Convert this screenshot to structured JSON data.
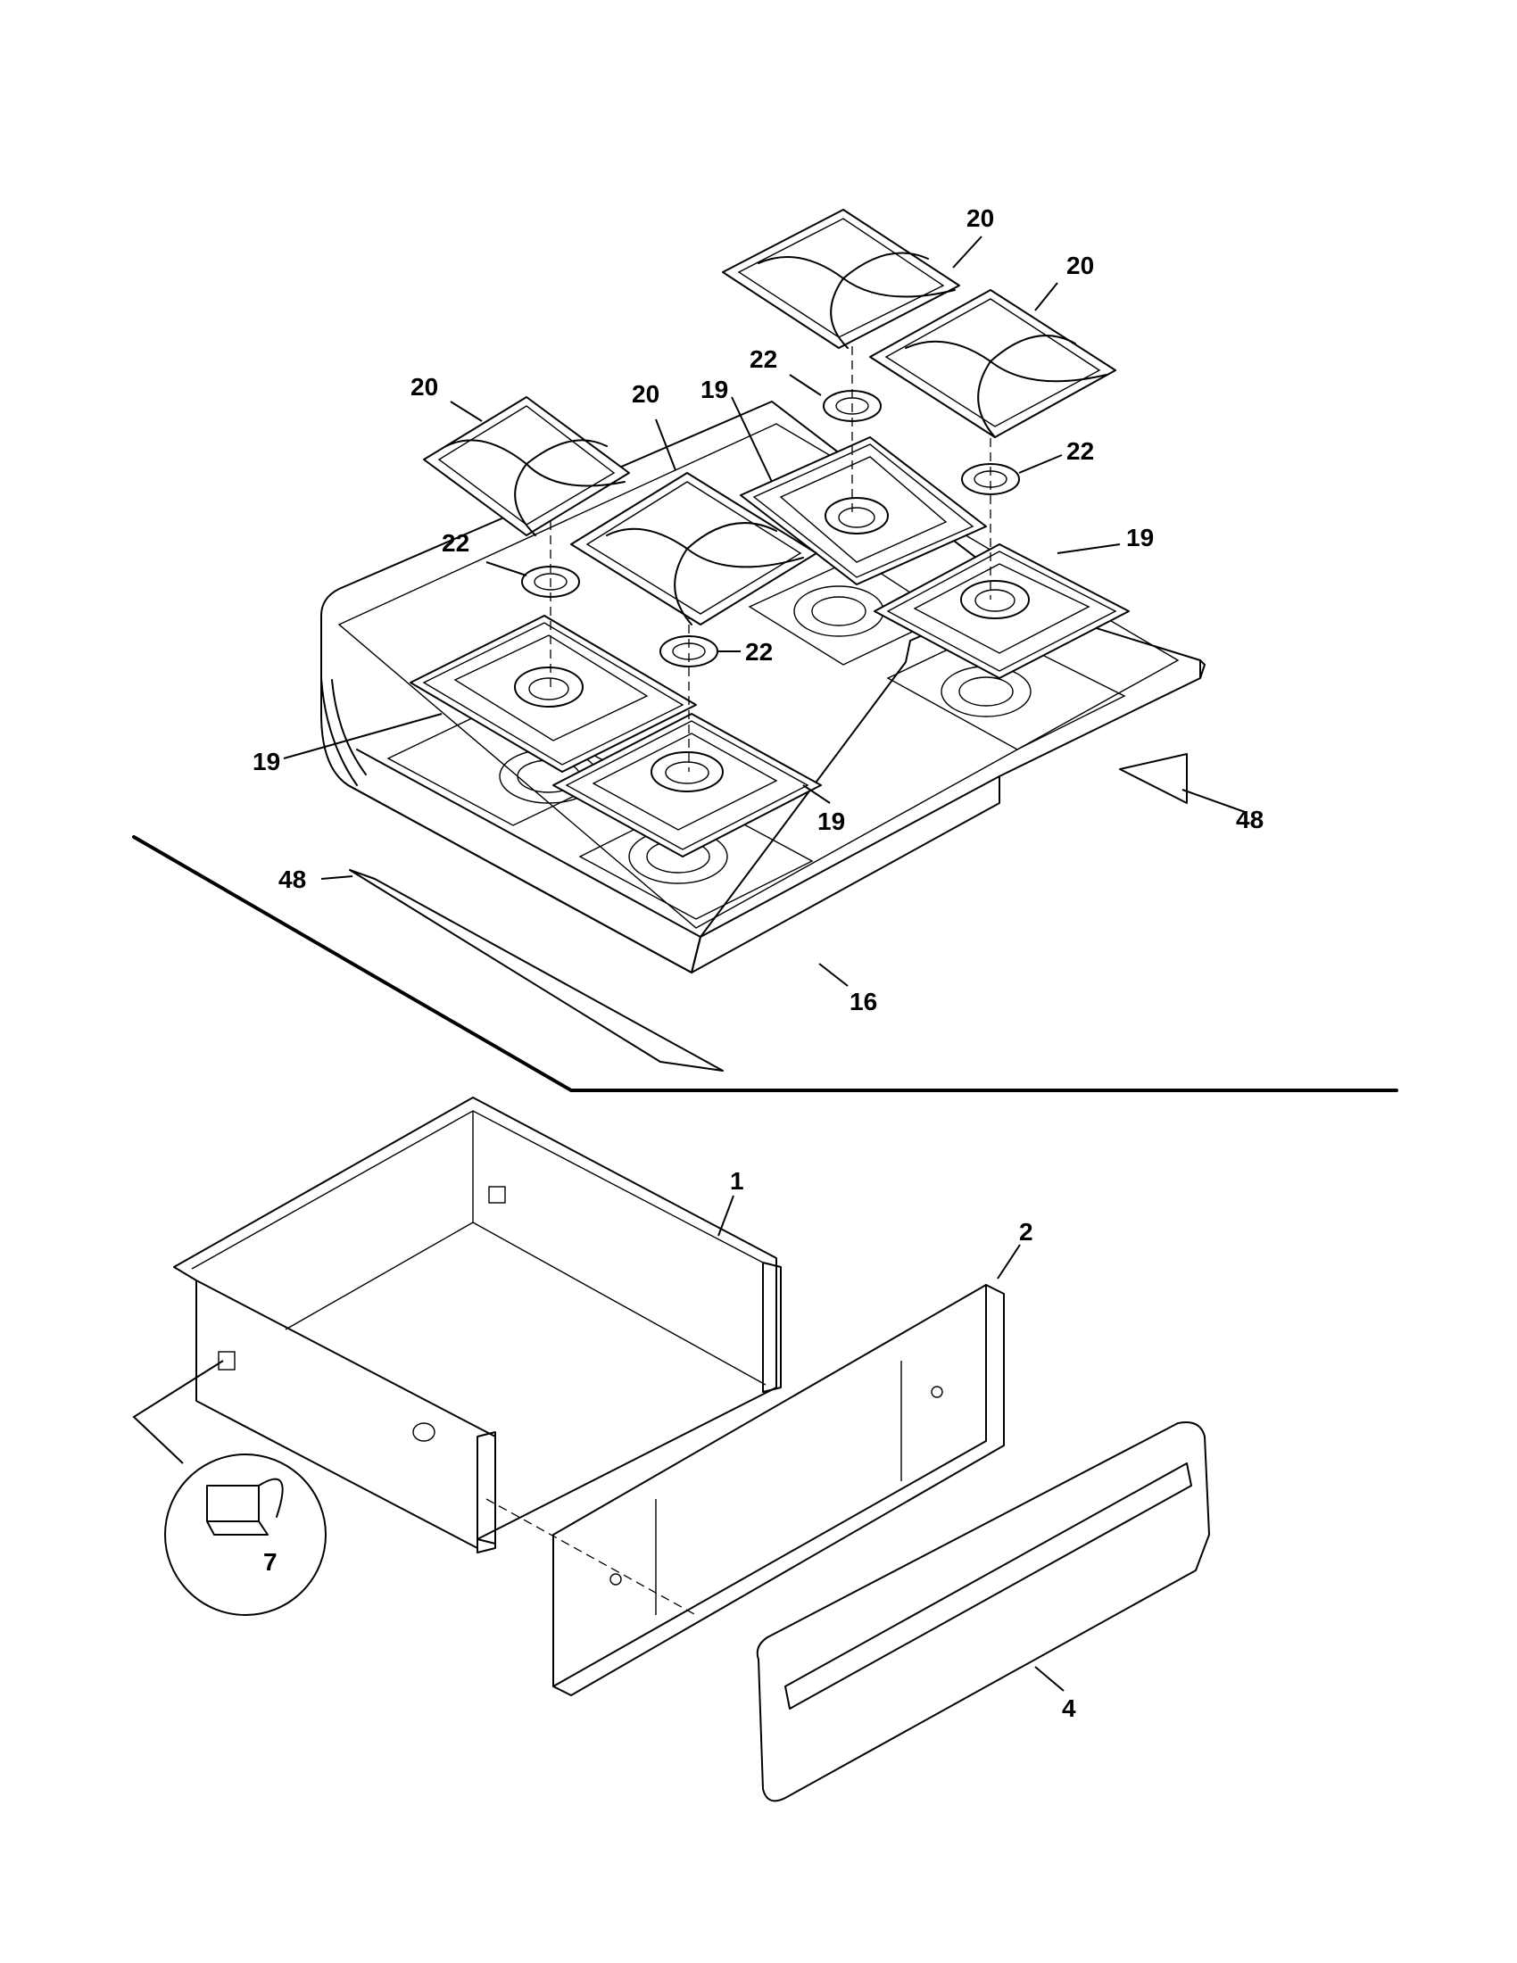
{
  "diagram": {
    "callouts": [
      {
        "id": "c20a",
        "text": "20"
      },
      {
        "id": "c20b",
        "text": "20"
      },
      {
        "id": "c20c",
        "text": "20"
      },
      {
        "id": "c20d",
        "text": "20"
      },
      {
        "id": "c22a",
        "text": "22"
      },
      {
        "id": "c22b",
        "text": "22"
      },
      {
        "id": "c22c",
        "text": "22"
      },
      {
        "id": "c22d",
        "text": "22"
      },
      {
        "id": "c19a",
        "text": "19"
      },
      {
        "id": "c19b",
        "text": "19"
      },
      {
        "id": "c19c",
        "text": "19"
      },
      {
        "id": "c19d",
        "text": "19"
      },
      {
        "id": "c48a",
        "text": "48"
      },
      {
        "id": "c48b",
        "text": "48"
      },
      {
        "id": "c16",
        "text": "16"
      },
      {
        "id": "c1",
        "text": "1"
      },
      {
        "id": "c2",
        "text": "2"
      },
      {
        "id": "c4",
        "text": "4"
      },
      {
        "id": "c7",
        "text": "7"
      }
    ]
  }
}
